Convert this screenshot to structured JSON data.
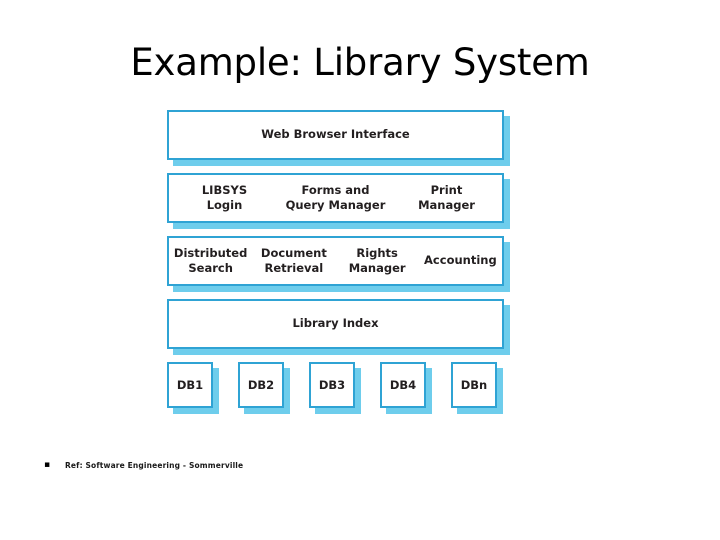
{
  "slide": {
    "title": "Example: Library System",
    "background_color": "#ffffff"
  },
  "theme": {
    "box_border_color": "#2fa3d4",
    "box_shadow_color": "#6ecdec",
    "box_fill_color": "#ffffff",
    "text_color": "#231f20"
  },
  "diagram": {
    "name": "library-system-layered-architecture",
    "layers": [
      {
        "id": "web-browser-interface",
        "cells": [
          {
            "lines": [
              "Web Browser Interface"
            ]
          }
        ]
      },
      {
        "id": "application-services",
        "cells": [
          {
            "lines": [
              "LIBSYS",
              "Login"
            ]
          },
          {
            "lines": [
              "Forms and",
              "Query Manager"
            ]
          },
          {
            "lines": [
              "Print",
              "Manager"
            ]
          }
        ]
      },
      {
        "id": "support-services",
        "cells": [
          {
            "lines": [
              "Distributed",
              "Search"
            ]
          },
          {
            "lines": [
              "Document",
              "Retrieval"
            ]
          },
          {
            "lines": [
              "Rights",
              "Manager"
            ]
          },
          {
            "lines": [
              "Accounting"
            ]
          }
        ]
      },
      {
        "id": "library-index",
        "cells": [
          {
            "lines": [
              "Library Index"
            ]
          }
        ]
      }
    ],
    "databases": [
      {
        "label": "DB1"
      },
      {
        "label": "DB2"
      },
      {
        "label": "DB3"
      },
      {
        "label": "DB4"
      },
      {
        "label": "DBn"
      }
    ]
  },
  "footer": {
    "bullet": "▪",
    "text": "Ref: Software Engineering - Sommerville"
  }
}
